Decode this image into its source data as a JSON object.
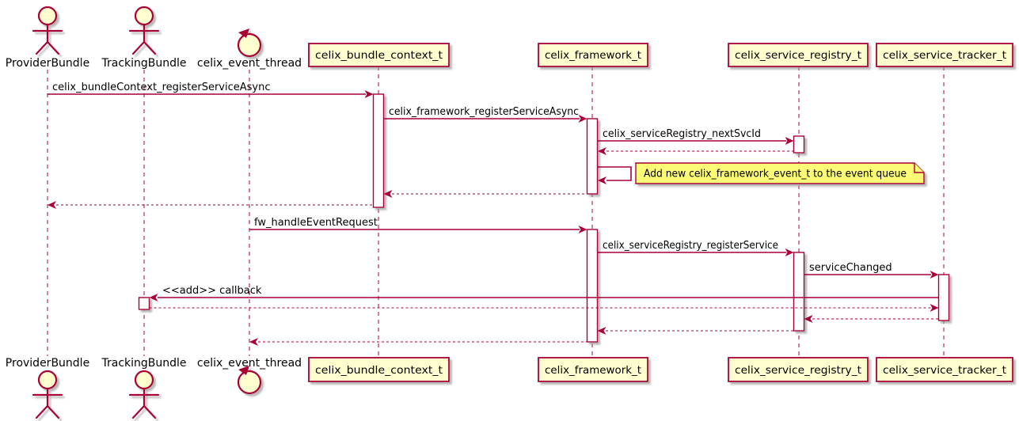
{
  "diagram_type": "plantuml-sequence",
  "participants": {
    "provider_bundle": {
      "label": "ProviderBundle",
      "kind": "actor"
    },
    "tracking_bundle": {
      "label": "TrackingBundle",
      "kind": "actor"
    },
    "celix_event_thread": {
      "label": "celix_event_thread",
      "kind": "control"
    },
    "celix_bundle_context": {
      "label": "celix_bundle_context_t",
      "kind": "participant"
    },
    "celix_framework": {
      "label": "celix_framework_t",
      "kind": "participant"
    },
    "celix_service_registry": {
      "label": "celix_service_registry_t",
      "kind": "participant"
    },
    "celix_service_tracker": {
      "label": "celix_service_tracker_t",
      "kind": "participant"
    }
  },
  "flow": [
    {
      "from": "ProviderBundle",
      "to": "celix_bundle_context_t",
      "label": "celix_bundleContext_registerServiceAsync",
      "type": "call"
    },
    {
      "from": "celix_bundle_context_t",
      "to": "celix_framework_t",
      "label": "celix_framework_registerServiceAsync",
      "type": "call"
    },
    {
      "from": "celix_framework_t",
      "to": "celix_service_registry_t",
      "label": "celix_serviceRegistry_nextSvcId",
      "type": "call"
    },
    {
      "from": "celix_service_registry_t",
      "to": "celix_framework_t",
      "label": "",
      "type": "return"
    },
    {
      "from": "celix_framework_t",
      "to": "celix_framework_t",
      "label": "",
      "type": "self",
      "note": "Add new celix_framework_event_t to the event queue"
    },
    {
      "from": "celix_framework_t",
      "to": "celix_bundle_context_t",
      "label": "",
      "type": "return"
    },
    {
      "from": "celix_bundle_context_t",
      "to": "ProviderBundle",
      "label": "",
      "type": "return"
    },
    {
      "from": "celix_event_thread",
      "to": "celix_framework_t",
      "label": "fw_handleEventRequest",
      "type": "call"
    },
    {
      "from": "celix_framework_t",
      "to": "celix_service_registry_t",
      "label": "celix_serviceRegistry_registerService",
      "type": "call"
    },
    {
      "from": "celix_service_registry_t",
      "to": "celix_service_tracker_t",
      "label": "serviceChanged",
      "type": "call"
    },
    {
      "from": "celix_service_tracker_t",
      "to": "TrackingBundle",
      "label": "<<add>> callback",
      "type": "call"
    },
    {
      "from": "TrackingBundle",
      "to": "celix_service_tracker_t",
      "label": "",
      "type": "return"
    },
    {
      "from": "celix_service_tracker_t",
      "to": "celix_service_registry_t",
      "label": "",
      "type": "return"
    },
    {
      "from": "celix_service_registry_t",
      "to": "celix_framework_t",
      "label": "",
      "type": "return"
    },
    {
      "from": "celix_framework_t",
      "to": "celix_event_thread",
      "label": "",
      "type": "return"
    }
  ],
  "note": {
    "text": "Add new celix_framework_event_t to the event queue"
  },
  "colors": {
    "line": "#A80036",
    "participant_fill": "#FEFECE",
    "note_fill": "#FBFB77",
    "activation_fill": "#FFFFFF",
    "text": "#000000",
    "bg": "#FFFFFF"
  }
}
